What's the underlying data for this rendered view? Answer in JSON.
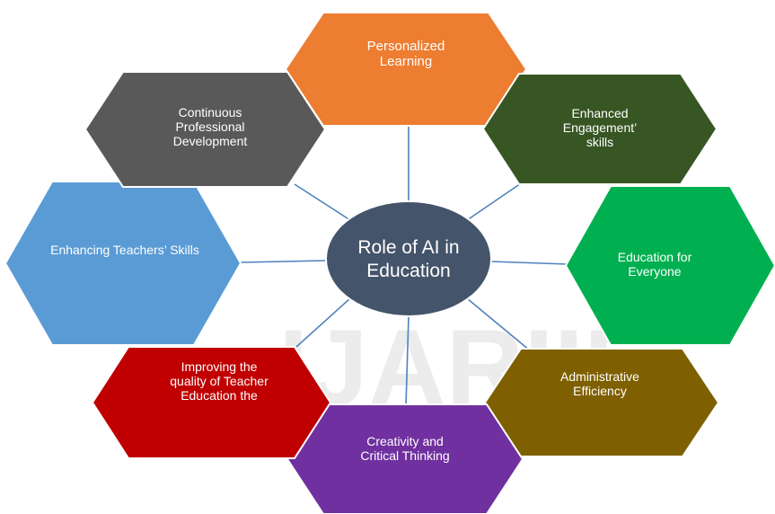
{
  "center": {
    "lines": [
      "Role of AI in",
      "Education"
    ],
    "color": "#44546A"
  },
  "connector_color": "#4F81BD",
  "watermark": {
    "text": "IJARIIE",
    "color": "#ECECEC"
  },
  "nodes": [
    {
      "id": "personalized-learning",
      "lines": [
        "Personalized",
        "Learning"
      ],
      "color": "#ED7D31"
    },
    {
      "id": "enhanced-engagement",
      "lines": [
        "Enhanced",
        "Engagement’",
        "skills"
      ],
      "color": "#375623"
    },
    {
      "id": "education-for-everyone",
      "lines": [
        "Education for",
        "Everyone"
      ],
      "color": "#00B050"
    },
    {
      "id": "administrative-efficiency",
      "lines": [
        "Administrative",
        "Efficiency"
      ],
      "color": "#7F6000"
    },
    {
      "id": "creativity-critical-thinking",
      "lines": [
        "Creativity and",
        "Critical Thinking"
      ],
      "color": "#7030A0"
    },
    {
      "id": "improving-teacher-education",
      "lines": [
        "Improving the",
        "quality of Teacher",
        "Education the"
      ],
      "color": "#C00000"
    },
    {
      "id": "enhancing-teachers-skills",
      "lines": [
        "Enhancing Teachers’ Skills"
      ],
      "color": "#5B9BD5"
    },
    {
      "id": "continuous-professional-development",
      "lines": [
        "Continuous",
        "Professional",
        "Development"
      ],
      "color": "#595959"
    }
  ]
}
